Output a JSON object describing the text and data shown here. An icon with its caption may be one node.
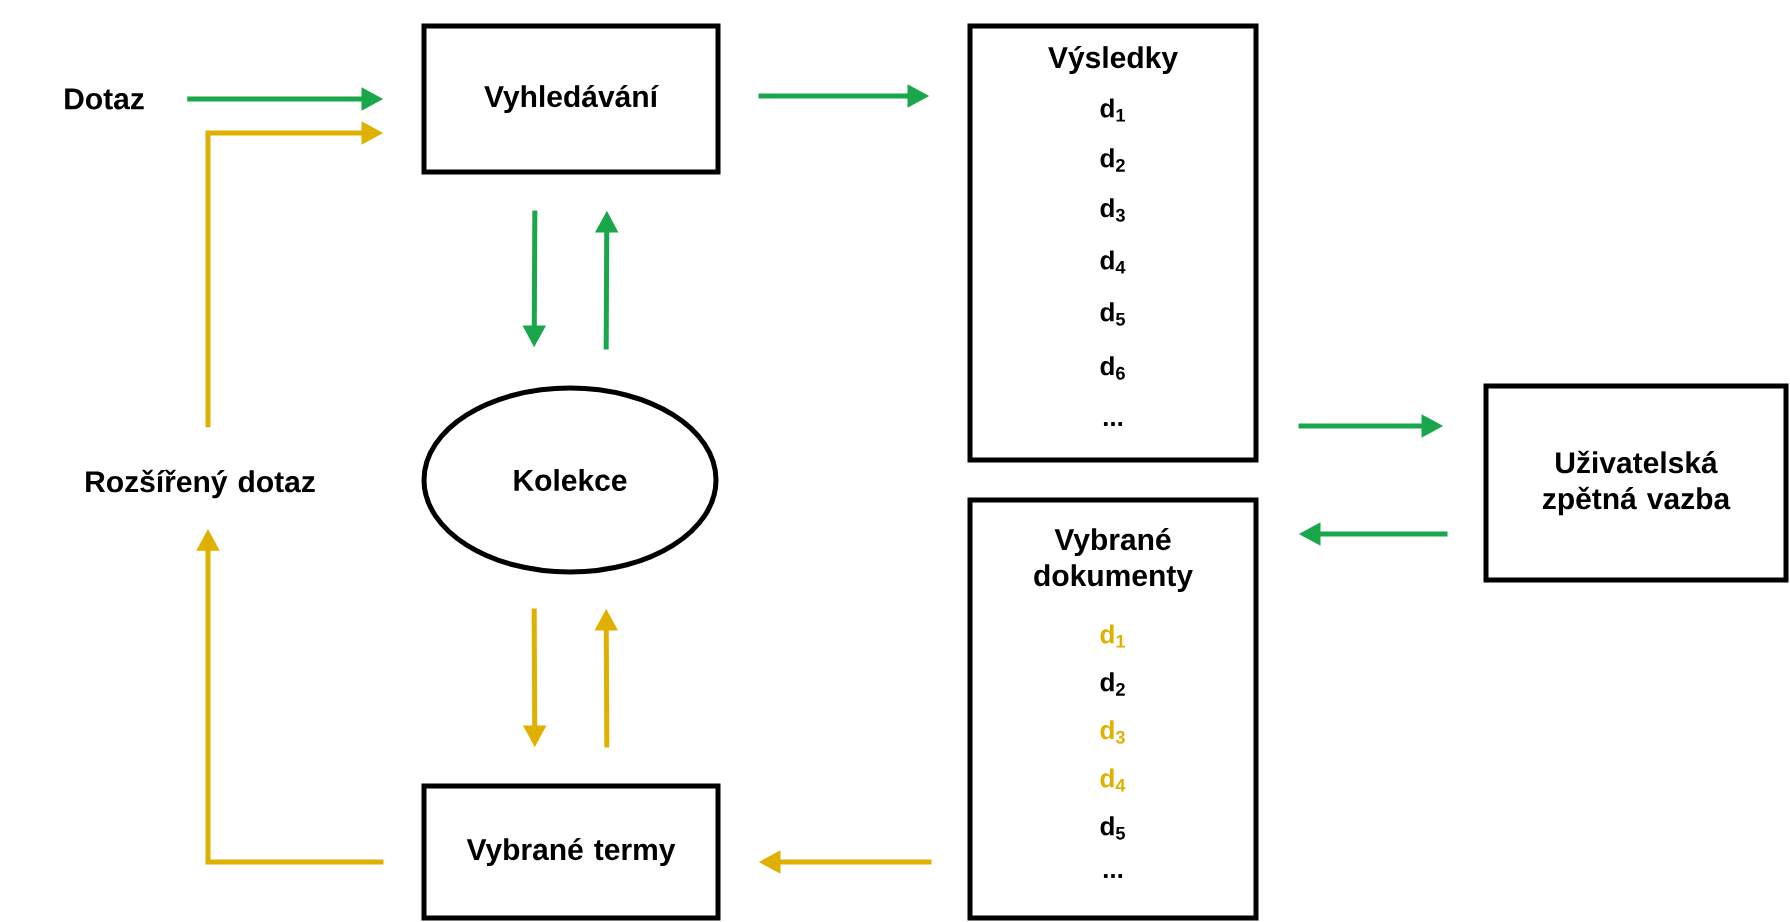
{
  "diagram": {
    "nodes": [
      {
        "text": [
          "Dotaz"
        ]
      },
      {
        "text": [
          "Vyhledávání"
        ]
      },
      {
        "text": [
          "Výsledky",
          "d$_{1}$",
          "d$_{2}$",
          "d$_{3}$",
          "d$_{4}$",
          "d$_{5}$",
          "d$_{6}$",
          "..."
        ]
      },
      {
        "text": [
          "Uživatelská zpětná vazba"
        ]
      },
      {
        "text": [
          "Kolekce"
        ]
      },
      {
        "text": [
          "Rozšířený dotaz"
        ]
      },
      {
        "text": [
          "Vybrané dokumenty",
          "d$_{1}$",
          "d$_{2}$",
          "d$_{3}$",
          "d$_{4}$",
          "d$_{5}$",
          "..."
        ]
      },
      {
        "text": [
          "Vybrané termy"
        ]
      }
    ],
    "edges": [
      {
        "from": 0,
        "to": 1,
        "arrow": "to"
      },
      {
        "from": 5,
        "to": 1,
        "arrow": "to",
        "color": "#e0b000"
      },
      {
        "from": 1,
        "to": 2,
        "arrow": "to"
      },
      {
        "from": 1,
        "to": 4,
        "arrow": "to"
      },
      {
        "from": 4,
        "to": 1,
        "arrow": "to"
      },
      {
        "from": 2,
        "to": 3,
        "arrow": "to"
      },
      {
        "from": 3,
        "to": 6,
        "arrow": "to"
      },
      {
        "from": 4,
        "to": 7,
        "arrow": "to",
        "color": "#e0b000"
      },
      {
        "from": 7,
        "to": 4,
        "arrow": "to",
        "color": "#e0b000"
      },
      {
        "from": 6,
        "to": 7,
        "arrow": "to",
        "color": "#e0b000"
      },
      {
        "from": 7,
        "to": 5,
        "arrow": "to",
        "color": "#e0b000"
      }
    ]
  }
}
